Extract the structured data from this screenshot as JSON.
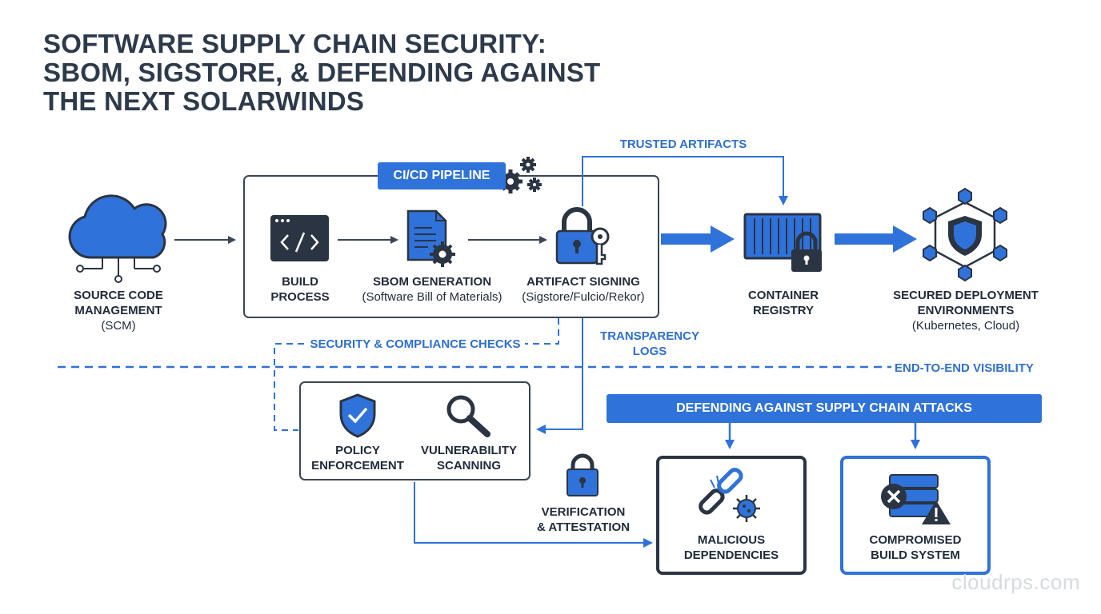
{
  "title": {
    "line1": "SOFTWARE SUPPLY CHAIN SECURITY:",
    "line2": "SBOM, SIGSTORE, & DEFENDING AGAINST",
    "line3": "THE NEXT SOLARWINDS"
  },
  "pipeline": {
    "label": "CI/CD PIPELINE"
  },
  "nodes": {
    "scm": {
      "line1": "SOURCE CODE",
      "line2": "MANAGEMENT",
      "sub": "(SCM)"
    },
    "build": {
      "line1": "BUILD",
      "line2": "PROCESS"
    },
    "sbom": {
      "line1": "SBOM GENERATION",
      "sub": "(Software Bill of Materials)"
    },
    "signing": {
      "line1": "ARTIFACT SIGNING",
      "sub": "(Sigstore/Fulcio/Rekor)"
    },
    "registry": {
      "line1": "CONTAINER",
      "line2": "REGISTRY"
    },
    "deploy": {
      "line1": "SECURED DEPLOYMENT",
      "line2": "ENVIRONMENTS",
      "sub": "(Kubernetes, Cloud)"
    },
    "policy": {
      "line1": "POLICY",
      "line2": "ENFORCEMENT"
    },
    "vuln": {
      "line1": "VULNERABILITY",
      "line2": "SCANNING"
    },
    "verify": {
      "line1": "VERIFICATION",
      "line2": "& ATTESTATION"
    },
    "malicious": {
      "line1": "MALICIOUS",
      "line2": "DEPENDENCIES"
    },
    "compromised": {
      "line1": "COMPROMISED",
      "line2": "BUILD SYSTEM"
    }
  },
  "edge_labels": {
    "trusted": "TRUSTED ARTIFACTS",
    "transparency_1": "TRANSPARENCY",
    "transparency_2": "LOGS",
    "checks": "SECURITY & COMPLIANCE CHECKS",
    "visibility": "END-TO-END VISIBILITY"
  },
  "defending": {
    "label": "DEFENDING AGAINST SUPPLY CHAIN ATTACKS"
  },
  "watermark": "cloudrps.com",
  "colors": {
    "accent": "#2f72d9",
    "dark": "#2b3442",
    "text": "#1f2a3a"
  }
}
